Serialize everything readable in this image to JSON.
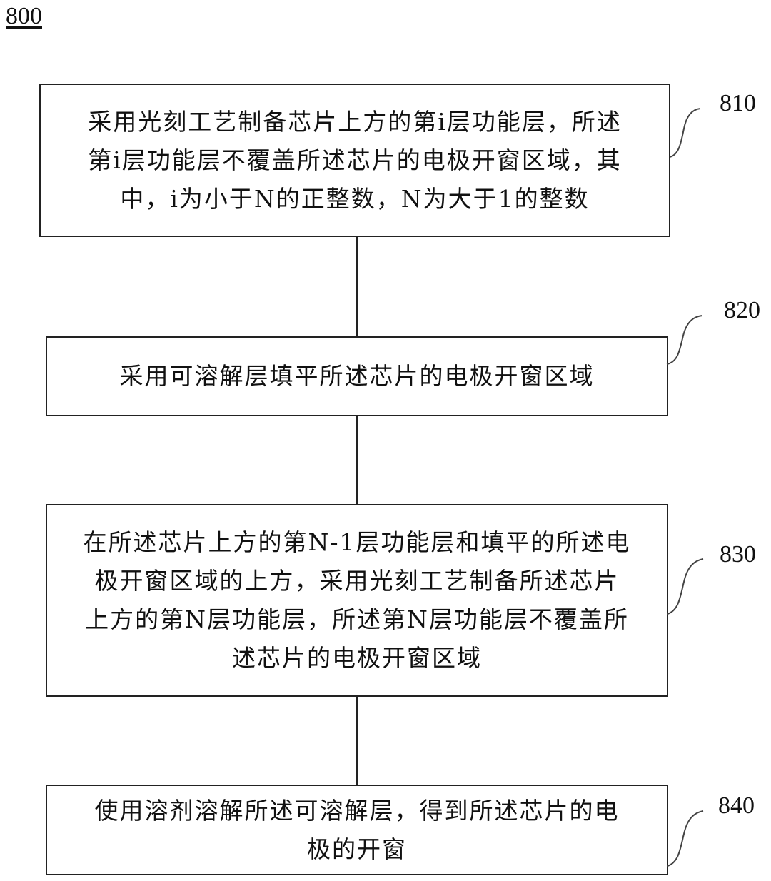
{
  "figure": {
    "number": "800"
  },
  "steps": [
    {
      "ref": "810",
      "text": "采用光刻工艺制备芯片上方的第i层功能层，所述第i层功能层不覆盖所述芯片的电极开窗区域，其中，i为小于N的正整数，N为大于1的整数",
      "lines": [
        "采用光刻工艺制备芯片上方的第i层功能层，所述",
        "第i层功能层不覆盖所述芯片的电极开窗区域，其",
        "中，i为小于N的正整数，N为大于1的整数"
      ]
    },
    {
      "ref": "820",
      "text": "采用可溶解层填平所述芯片的电极开窗区域",
      "lines": [
        "采用可溶解层填平所述芯片的电极开窗区域"
      ]
    },
    {
      "ref": "830",
      "text": "在所述芯片上方的第N-1层功能层和填平的所述电极开窗区域的上方，采用光刻工艺制备所述芯片上方的第N层功能层，所述第N层功能层不覆盖所述芯片的电极开窗区域",
      "lines": [
        "在所述芯片上方的第N-1层功能层和填平的所述电",
        "极开窗区域的上方，采用光刻工艺制备所述芯片",
        "上方的第N层功能层，所述第N层功能层不覆盖所",
        "述芯片的电极开窗区域"
      ]
    },
    {
      "ref": "840",
      "text": "使用溶剂溶解所述可溶解层，得到所述芯片的电极的开窗",
      "lines": [
        "使用溶剂溶解所述可溶解层，得到所述芯片的电",
        "极的开窗"
      ]
    }
  ]
}
